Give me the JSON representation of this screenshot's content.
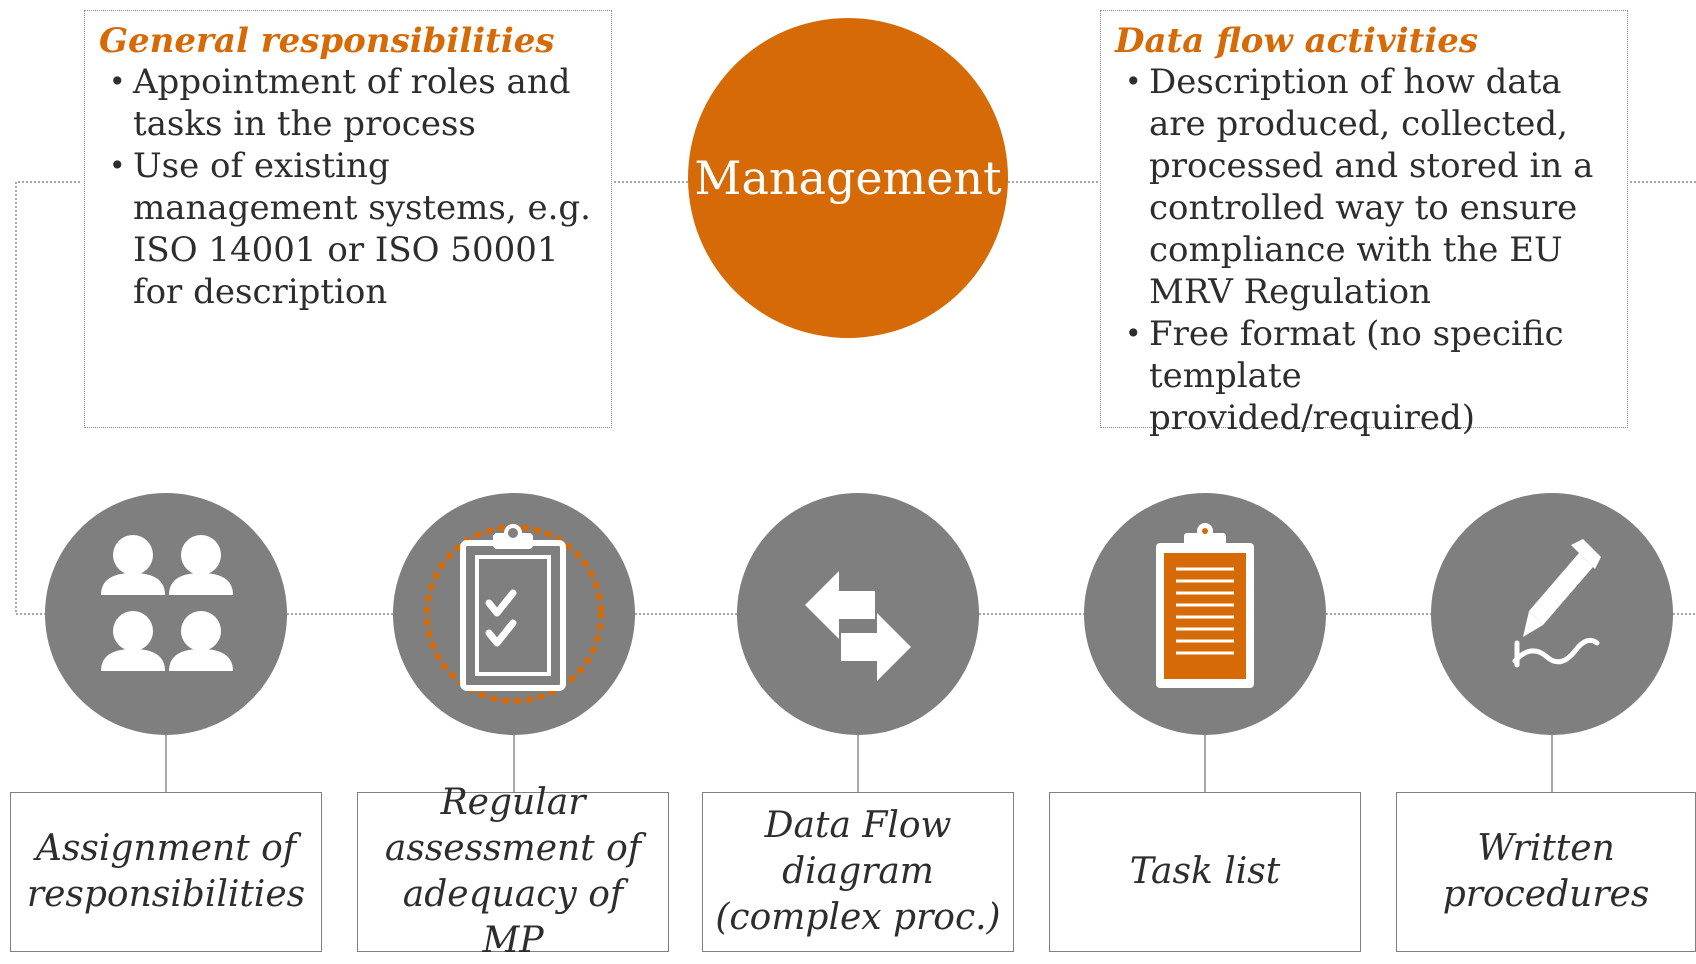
{
  "left_box": {
    "title": "General responsibilities",
    "bullets": [
      "Appointment of roles and tasks in the process",
      "Use of existing management systems, e.g. ISO 14001 or ISO 50001 for description"
    ]
  },
  "center": {
    "label": "Management"
  },
  "right_box": {
    "title": "Data flow activities",
    "bullets": [
      "Description of how data are produced, collected, processed and stored in a controlled way to ensure compliance with the EU MRV Regulation",
      "Free format (no specific template provided/required)"
    ]
  },
  "items": [
    {
      "label": "Assignment of responsibilities",
      "icon": "people-group-icon"
    },
    {
      "label": "Regular assessment of adequacy of MP",
      "icon": "clipboard-checklist-icon"
    },
    {
      "label": "Data Flow diagram (complex proc.)",
      "icon": "exchange-arrows-icon"
    },
    {
      "label": "Task list",
      "icon": "clipboard-list-icon"
    },
    {
      "label": "Written procedures",
      "icon": "pen-signature-icon"
    }
  ],
  "colors": {
    "accent": "#d56a06",
    "icon_circle": "#7f7f7f",
    "text": "#2d2d2d",
    "white": "#ffffff"
  }
}
